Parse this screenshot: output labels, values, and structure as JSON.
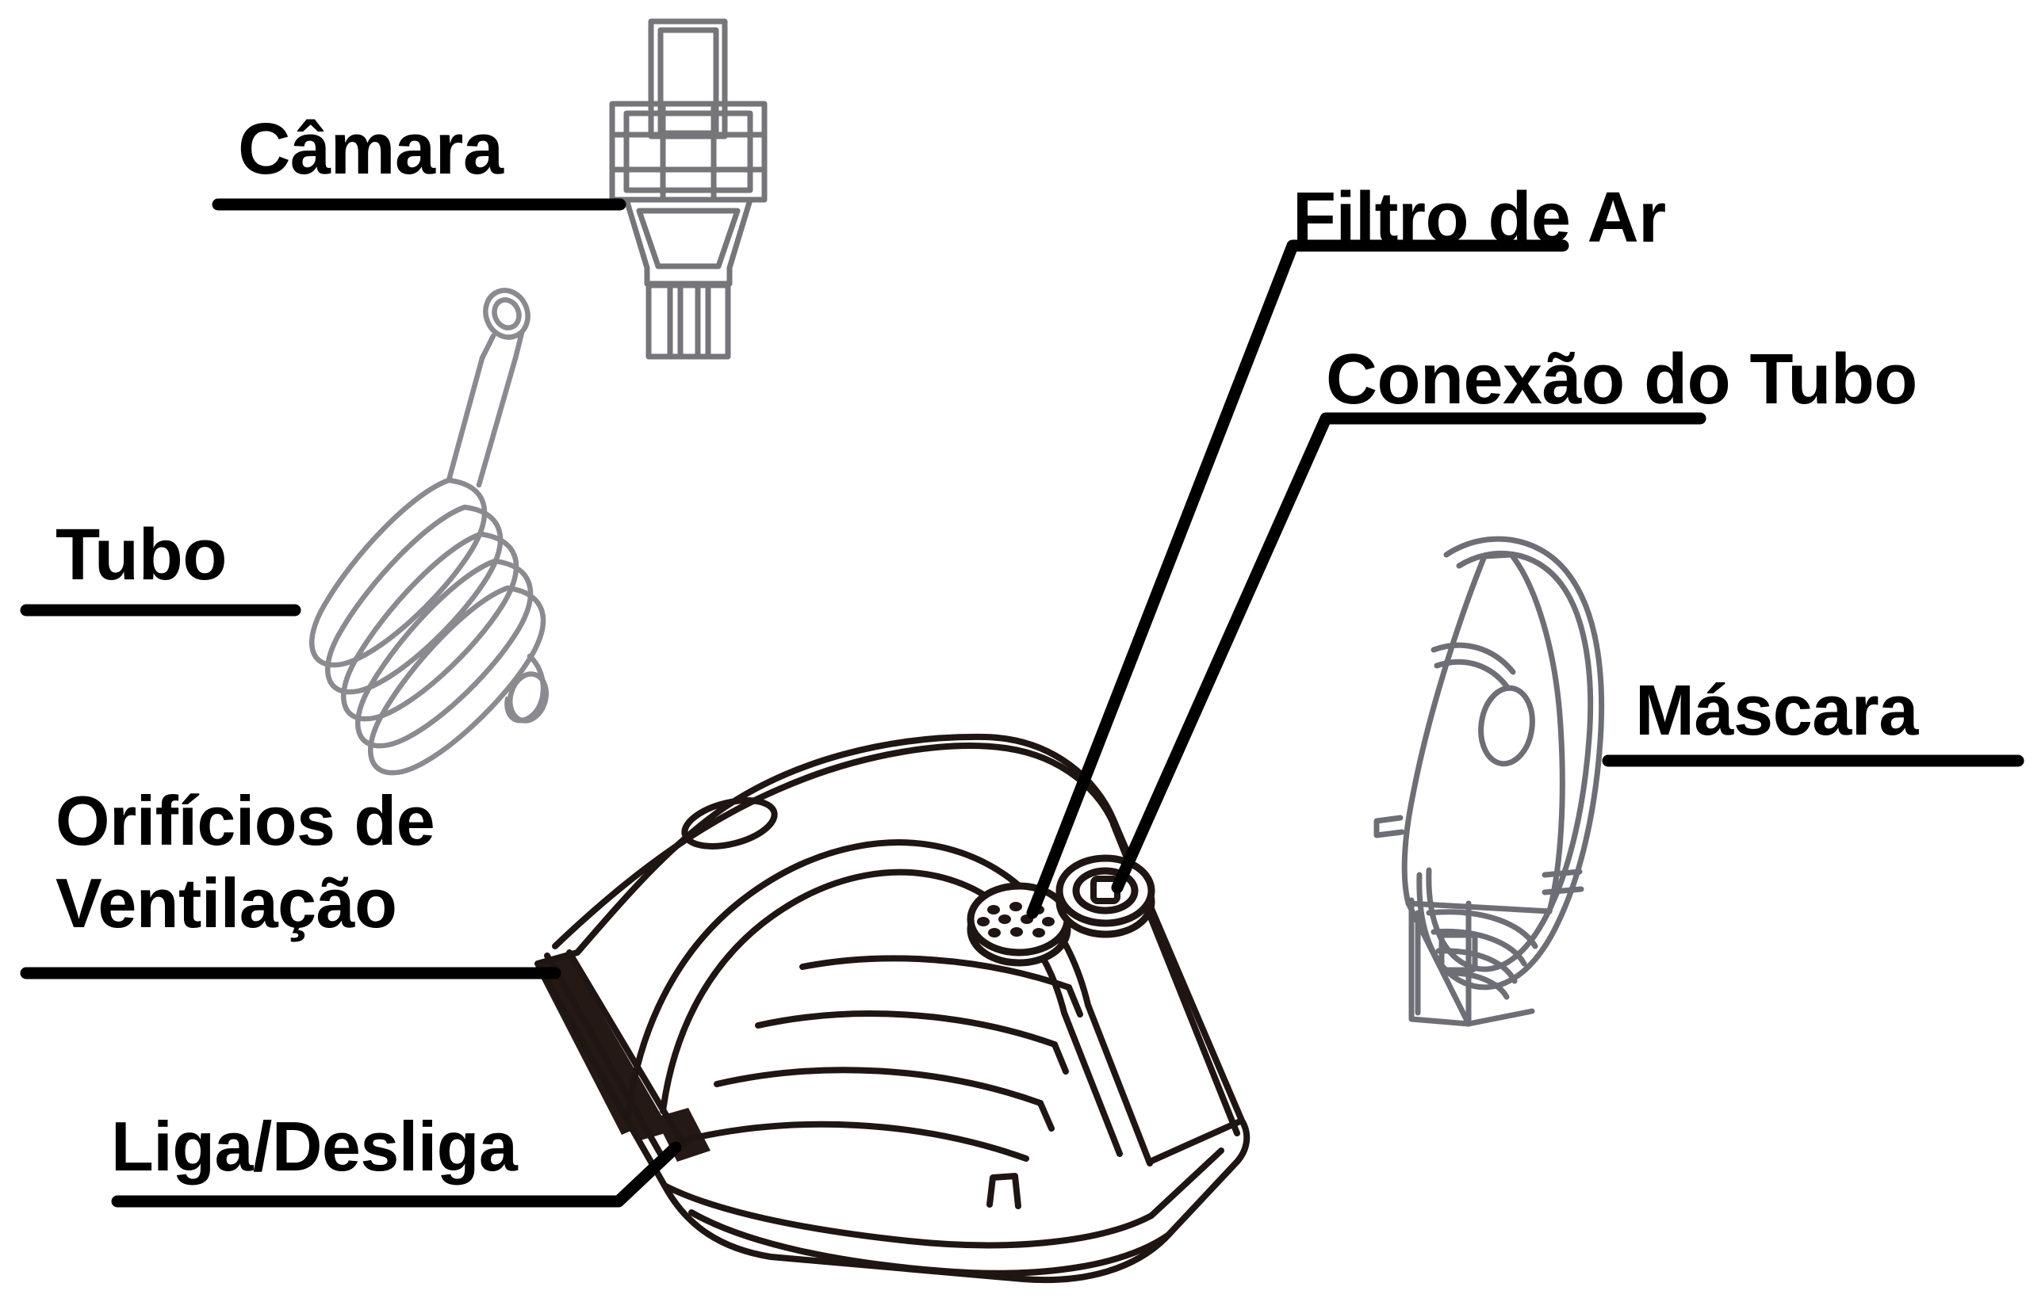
{
  "diagram": {
    "title": "Nebulizador a Compressor - Componentes",
    "language": "pt-BR",
    "background_color": "#ffffff",
    "label_color": "#000000",
    "line_color": "#1a1210",
    "part_outline_color": "#6e6e72"
  },
  "labels": {
    "camara": "Câmara",
    "tubo": "Tubo",
    "orificios_line1": "Orifícios de",
    "orificios_line2": "Ventilação",
    "liga_desliga": "Liga/Desliga",
    "filtro_de_ar": "Filtro de Ar",
    "conexao_do_tubo": "Conexão do Tubo",
    "mascara": "Máscara"
  },
  "parts": [
    {
      "id": "camara",
      "label": "Câmara",
      "leader": "underline"
    },
    {
      "id": "tubo",
      "label": "Tubo",
      "leader": "underline"
    },
    {
      "id": "orificios",
      "label": "Orifícios de Ventilação",
      "leader": "underline"
    },
    {
      "id": "liga",
      "label": "Liga/Desliga",
      "leader": "bent-up-right"
    },
    {
      "id": "filtro",
      "label": "Filtro de Ar",
      "leader": "bent-down-left"
    },
    {
      "id": "conexao",
      "label": "Conexão do Tubo",
      "leader": "bent-down-left"
    },
    {
      "id": "mascara",
      "label": "Máscara",
      "leader": "underline"
    }
  ],
  "icons": {
    "chamber": "nebulizer-chamber-icon",
    "tubing": "coiled-tube-icon",
    "compressor": "compressor-unit-icon",
    "mask": "nebulizer-mask-icon",
    "air_filter": "perforated-filter-disc-icon",
    "tube_port": "tube-connector-port-icon",
    "vent_slots": "vent-slots-icon",
    "power_switch": "power-switch-icon"
  }
}
